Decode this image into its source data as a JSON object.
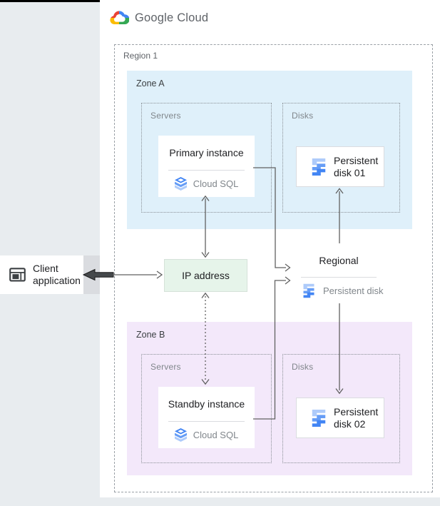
{
  "header": {
    "logo": "Google Cloud"
  },
  "diagram": {
    "region_label": "Region 1",
    "zone_a": {
      "label": "Zone A",
      "servers_label": "Servers",
      "disks_label": "Disks"
    },
    "zone_b": {
      "label": "Zone B",
      "servers_label": "Servers",
      "disks_label": "Disks"
    },
    "primary_instance": {
      "title": "Primary instance",
      "product": "Cloud SQL"
    },
    "standby_instance": {
      "title": "Standby instance",
      "product": "Cloud SQL"
    },
    "regional_disk": {
      "title": "Regional",
      "product": "Persistent disk"
    },
    "persistent_disk_01": {
      "line1": "Persistent",
      "line2": "disk 01"
    },
    "persistent_disk_02": {
      "line1": "Persistent",
      "line2": "disk 02"
    },
    "ip_address": {
      "label": "IP address"
    },
    "client_application": {
      "line1": "Client",
      "line2": "application"
    }
  },
  "colors": {
    "canvas_bg": "#e8ecef",
    "cloud_surface_bg": "#ffffff",
    "zone_a_bg": "#dff0fa",
    "zone_b_bg": "#f3e8fa",
    "ip_box_bg": "#e6f4ea",
    "arrow": "#616161",
    "google_blue": "#4285f4",
    "google_red": "#ea4335",
    "google_yellow": "#fbbc04",
    "google_green": "#34a853",
    "disk_blue_light": "#aecbfa",
    "disk_blue_mid": "#669df6",
    "disk_blue_dark": "#4285f4"
  }
}
